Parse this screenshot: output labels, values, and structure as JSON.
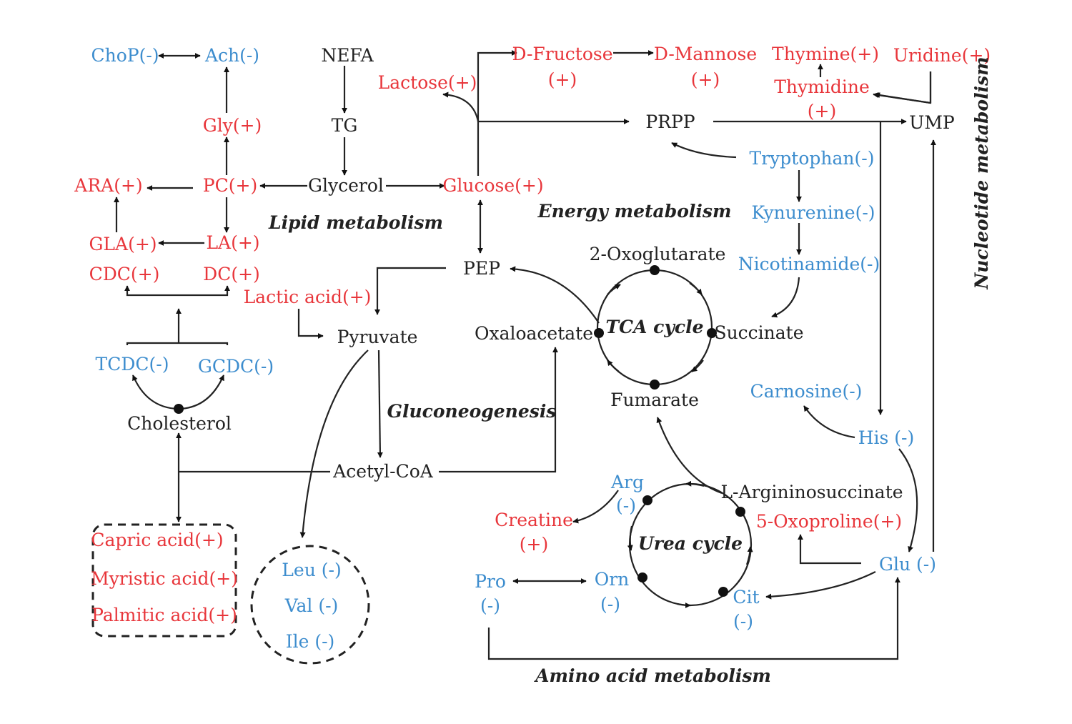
{
  "metabolites": {
    "chop": "ChoP(-)",
    "ach": "Ach(-)",
    "nefa": "NEFA",
    "tg": "TG",
    "gly": "Gly(+)",
    "ara": "ARA(+)",
    "pc": "PC(+)",
    "glycerol": "Glycerol",
    "glucose": "Glucose(+)",
    "gla": "GLA(+)",
    "la": "LA(+)",
    "cdc": "CDC(+)",
    "dc": "DC(+)",
    "lactic_acid": "Lactic acid(+)",
    "tcdc": "TCDC(-)",
    "gcdc": "GCDC(-)",
    "cholesterol": "Cholesterol",
    "pyruvate": "Pyruvate",
    "acetyl_coa": "Acetyl-CoA",
    "pep": "PEP",
    "lactose": "Lactose(+)",
    "d_fructose": "D-Fructose",
    "d_fructose_sign": "(+)",
    "d_mannose": "D-Mannose",
    "d_mannose_sign": "(+)",
    "thymine": "Thymine(+)",
    "uridine": "Uridine(+)",
    "thymidine": "Thymidine",
    "thymidine_sign": "(+)",
    "prpp": "PRPP",
    "ump": "UMP",
    "tryptophan": "Tryptophan(-)",
    "kynurenine": "Kynurenine(-)",
    "nicotinamide": "Nicotinamide(-)",
    "oxoglutarate": "2-Oxoglutarate",
    "oxaloacetate": "Oxaloacetate",
    "succinate": "Succinate",
    "fumarate": "Fumarate",
    "carnosine": "Carnosine(-)",
    "his": "His (-)",
    "arg": "Arg",
    "arg_sign": "(-)",
    "l_argininosuccinate": "L-Argininosuccinate",
    "creatine": "Creatine",
    "creatine_sign": "(+)",
    "oxoproline": "5-Oxoproline(+)",
    "glu": "Glu (-)",
    "pro": "Pro",
    "pro_sign": "(-)",
    "orn": "Orn",
    "orn_sign": "(-)",
    "cit": "Cit",
    "cit_sign": "(-)",
    "capric_acid": "Capric acid(+)",
    "myristic_acid": "Myristic acid(+)",
    "palmitic_acid": "Palmitic acid(+)",
    "leu": "Leu (-)",
    "val": "Val (-)",
    "ile": "Ile (-)"
  },
  "sections": {
    "lipid": "Lipid metabolism",
    "energy": "Energy metabolism",
    "tca": "TCA cycle",
    "gluconeogenesis": "Gluconeogenesis",
    "urea": "Urea cycle",
    "amino_acid": "Amino acid metabolism",
    "nucleotide": "Nucleotide metabolism"
  },
  "colors": {
    "increased": "#e8363b",
    "decreased": "#3d8dce",
    "neutral": "#222222"
  }
}
